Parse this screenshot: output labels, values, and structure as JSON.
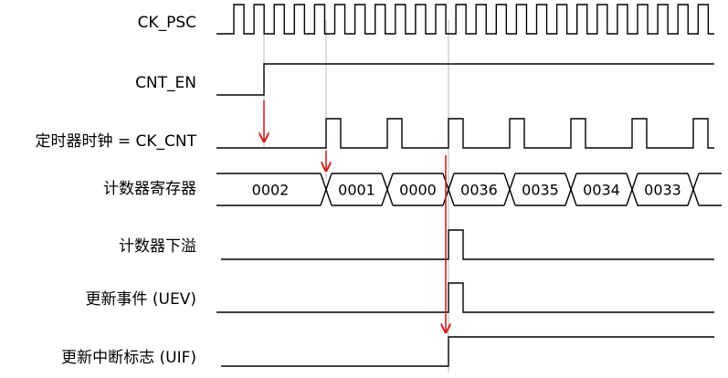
{
  "signals": {
    "ck_psc": "CK_PSC",
    "cnt_en": "CNT_EN",
    "ck_cnt": "定时器时钟 = CK_CNT",
    "counter_reg": "计数器寄存器",
    "overflow": "计数器下溢",
    "uev": "更新事件 (UEV)",
    "uif": "更新中断标志 (UIF)"
  },
  "counter_values": [
    "0002",
    "0001",
    "0000",
    "0036",
    "0035",
    "0034",
    "0033"
  ],
  "colors": {
    "waveform": "#000000",
    "arrow": "#d42020",
    "guide": "#bbbbbb"
  }
}
